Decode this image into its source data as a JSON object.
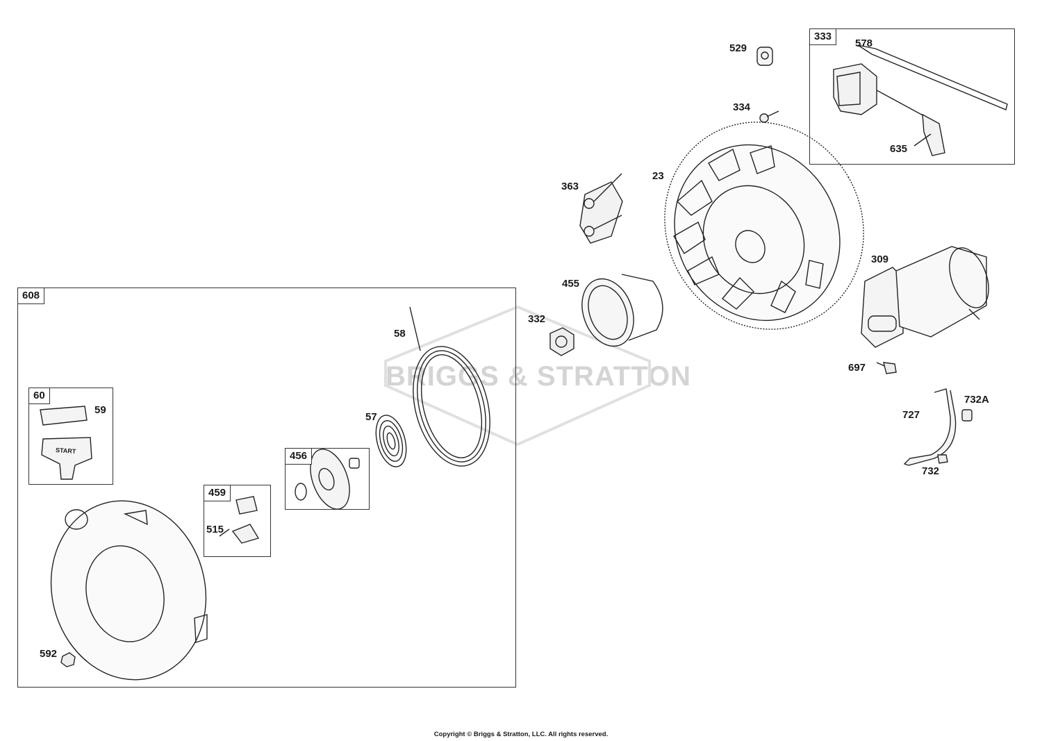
{
  "watermark": "BRIGGS & STRATTON",
  "copyright": "Copyright © Briggs & Stratton, LLC. All rights reserved.",
  "boxes": {
    "b608": "608",
    "b333": "333",
    "b60": "60",
    "b456": "456",
    "b459": "459"
  },
  "labels": {
    "p529": "529",
    "p578": "578",
    "p334": "334",
    "p635": "635",
    "p23": "23",
    "p363": "363",
    "p309": "309",
    "p455": "455",
    "p332": "332",
    "p58": "58",
    "p697": "697",
    "p732a": "732A",
    "p727": "727",
    "p732": "732",
    "p59": "59",
    "p57": "57",
    "p515": "515",
    "p592": "592"
  },
  "handle_text": "START"
}
